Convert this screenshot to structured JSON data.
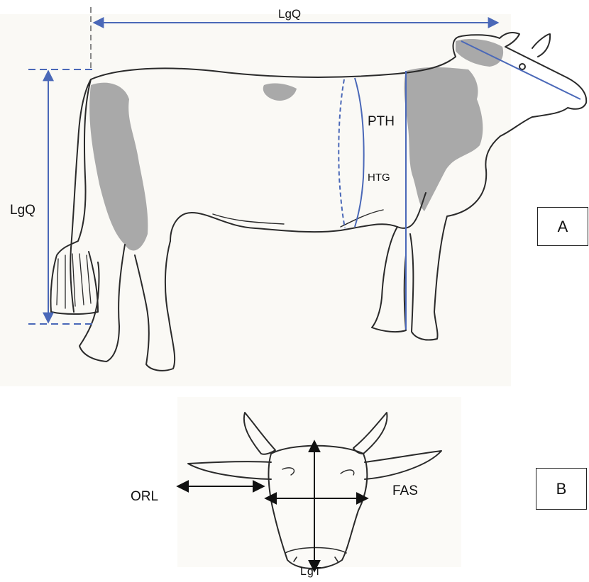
{
  "colors": {
    "measure_line": "#4a68b8",
    "outline": "#2a2a2a",
    "patch": "#a9a9a9",
    "paper": "#faf9f5"
  },
  "figure_a": {
    "panel_label": "A",
    "top_length_label": "LgQ",
    "left_height_label": "LgQ",
    "chest_girth_label": "PTH",
    "withers_height_label": "HTG"
  },
  "figure_b": {
    "panel_label": "B",
    "ear_label": "ORL",
    "face_width_label": "FAS",
    "head_length_label": "LgT"
  }
}
